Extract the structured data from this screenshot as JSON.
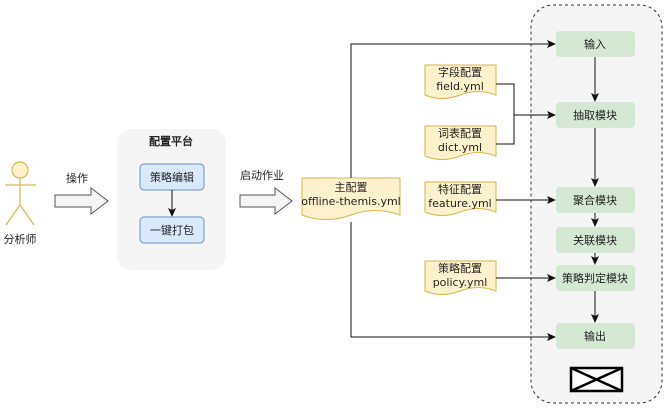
{
  "actor": {
    "label": "分析师"
  },
  "arrows": {
    "operate": "操作",
    "start_job": "启动作业"
  },
  "platform": {
    "title": "配置平台",
    "steps": [
      "策略编辑",
      "一键打包"
    ]
  },
  "main_config": {
    "title": "主配置",
    "file": "offline-themis.yml"
  },
  "configs": [
    {
      "title": "字段配置",
      "file": "field.yml"
    },
    {
      "title": "词表配置",
      "file": "dict.yml"
    },
    {
      "title": "特征配置",
      "file": "feature.yml"
    },
    {
      "title": "策略配置",
      "file": "policy.yml"
    }
  ],
  "pipeline": {
    "modules": [
      "输入",
      "抽取模块",
      "聚合模块",
      "关联模块",
      "策略判定模块",
      "输出"
    ]
  },
  "colors": {
    "actor": "#d6b656",
    "actor_fill": "#fff2cc",
    "platform_bg": "#f5f5f5",
    "step_fill": "#dae8fc",
    "step_stroke": "#6c8ebf",
    "doc_fill": "#fff2cc",
    "doc_stroke": "#d6b656",
    "module_fill": "#d5e8d4",
    "pipeline_bg": "#f5f5f5"
  }
}
